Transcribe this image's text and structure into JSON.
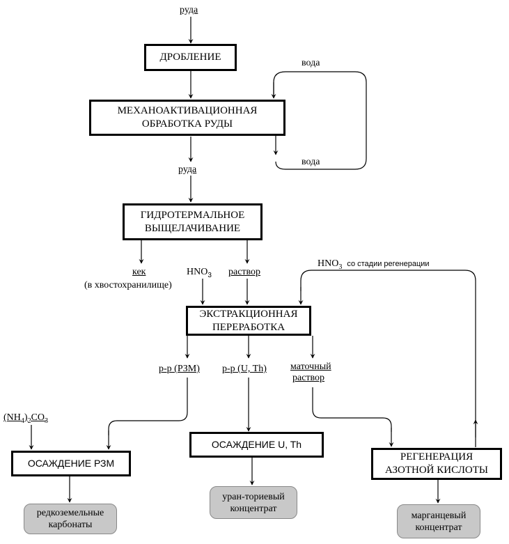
{
  "feed": {
    "ore_top": "руда",
    "ore_mid": "руда",
    "water_in": "вода",
    "water_out": "вода"
  },
  "steps": {
    "crushing": "ДРОБЛЕНИЕ",
    "mechanoactivation": "МЕХАНОАКТИВАЦИОННАЯ\nОБРАБОТКА РУДЫ",
    "leaching": "ГИДРОТЕРМАЛЬНОЕ\nВЫЩЕЛАЧИВАНИЕ",
    "extraction": "ЭКСТРАКЦИОННАЯ\nПЕРЕРАБОТКА",
    "ree_precip": "ОСАЖДЕНИЕ РЗМ",
    "u_th_precip": "ОСАЖДЕНИЕ  U, Th",
    "regeneration": "РЕГЕНЕРАЦИЯ\nАЗОТНОЙ КИСЛОТЫ"
  },
  "streams": {
    "cake": "кек",
    "cake_note": "(в хвостохранилище)",
    "hno3": "HNO",
    "hno3_sub": "3",
    "solution": "раствор",
    "hno3_regen": "HNO",
    "hno3_regen_sub": "3",
    "hno3_regen_note": "со стадии регенерации",
    "ree_solution": "р-р (РЗМ)",
    "u_th_solution": "р-р (U, Th)",
    "mother_liquor_1": "маточный",
    "mother_liquor_2": "раствор",
    "reagent_a": "(NH",
    "reagent_sub1": "4",
    "reagent_b": ")",
    "reagent_sub2": "2",
    "reagent_c": "CO",
    "reagent_sub3": "3"
  },
  "products": {
    "ree_carbonates": "редкоземельные\nкарбонаты",
    "u_th_concentrate": "уран-ториевый\nконцентрат",
    "mn_concentrate": "марганцевый\nконцентрат"
  }
}
